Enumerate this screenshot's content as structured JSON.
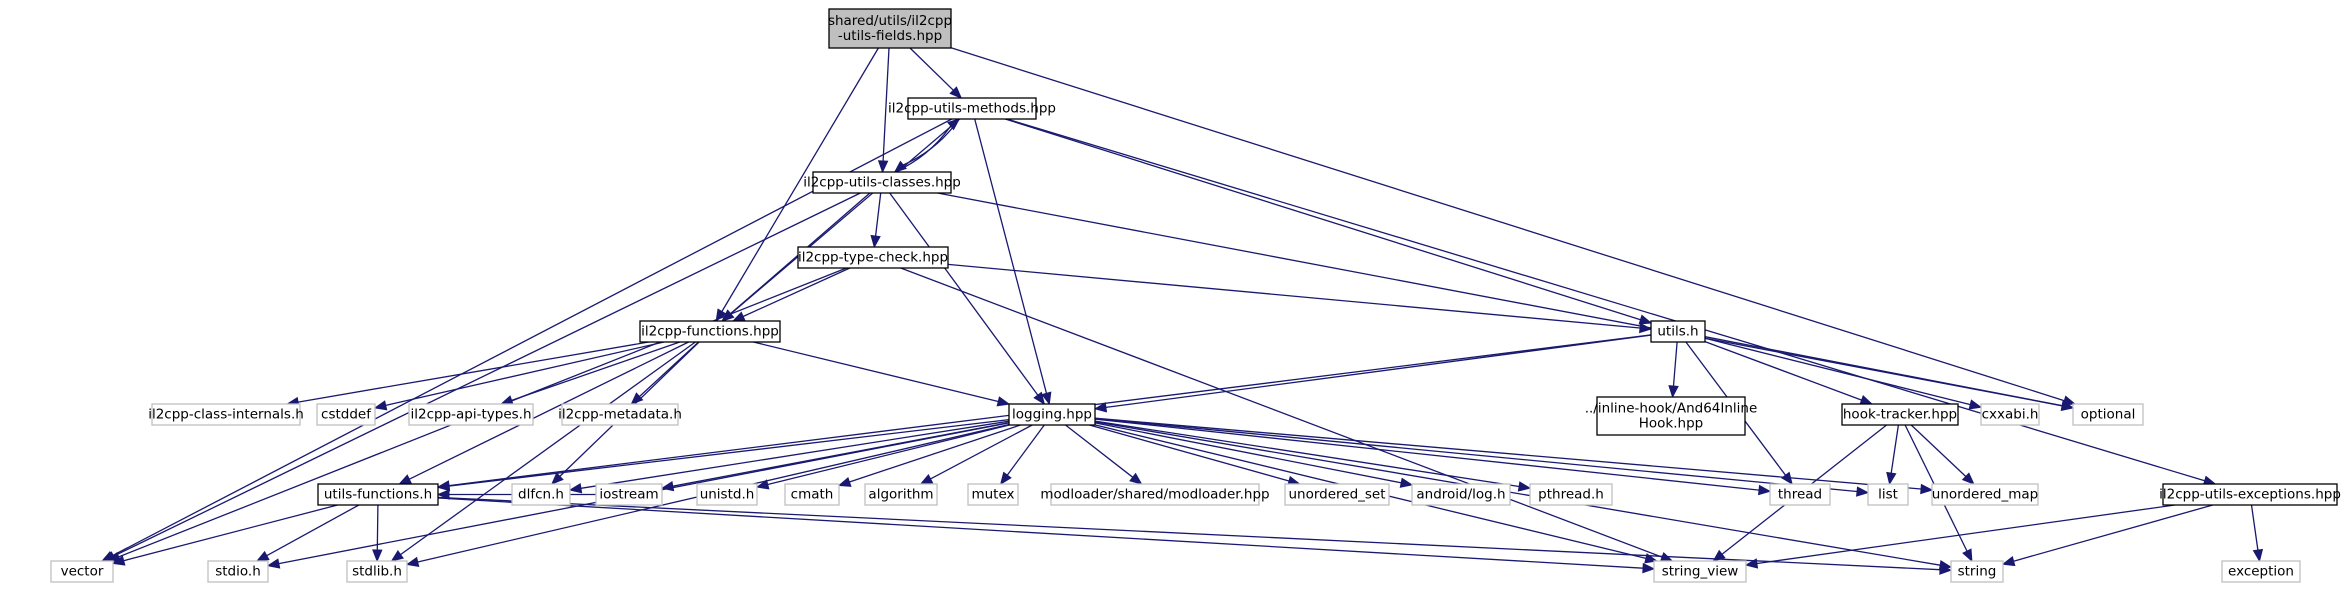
{
  "diagram": {
    "colors": {
      "edge": "#191970",
      "root_fill": "#bfbfbf",
      "node_border": "#000000",
      "external_border": "#bfbfbf"
    },
    "nodes": [
      {
        "id": "root",
        "kind": "root",
        "lines": [
          "shared/utils/il2cpp",
          "-utils-fields.hpp"
        ]
      },
      {
        "id": "methods",
        "kind": "int",
        "lines": [
          "il2cpp-utils-methods.hpp"
        ]
      },
      {
        "id": "classes",
        "kind": "int",
        "lines": [
          "il2cpp-utils-classes.hpp"
        ]
      },
      {
        "id": "typecheck",
        "kind": "int",
        "lines": [
          "il2cpp-type-check.hpp"
        ]
      },
      {
        "id": "functions",
        "kind": "int",
        "lines": [
          "il2cpp-functions.hpp"
        ]
      },
      {
        "id": "utilsh",
        "kind": "int",
        "lines": [
          "utils.h"
        ]
      },
      {
        "id": "logging",
        "kind": "int",
        "lines": [
          "logging.hpp"
        ]
      },
      {
        "id": "inlinehook",
        "kind": "int",
        "lines": [
          "../inline-hook/And64Inline",
          "Hook.hpp"
        ]
      },
      {
        "id": "hooktracker",
        "kind": "int",
        "lines": [
          "hook-tracker.hpp"
        ]
      },
      {
        "id": "utilsfunctions",
        "kind": "int",
        "lines": [
          "utils-functions.h"
        ]
      },
      {
        "id": "exceptions",
        "kind": "int",
        "lines": [
          "il2cpp-utils-exceptions.hpp"
        ]
      },
      {
        "id": "classinternals",
        "kind": "ext",
        "lines": [
          "il2cpp-class-internals.h"
        ]
      },
      {
        "id": "cstddef",
        "kind": "ext",
        "lines": [
          "cstddef"
        ]
      },
      {
        "id": "apitypes",
        "kind": "ext",
        "lines": [
          "il2cpp-api-types.h"
        ]
      },
      {
        "id": "metadata",
        "kind": "ext",
        "lines": [
          "il2cpp-metadata.h"
        ]
      },
      {
        "id": "cxxabi",
        "kind": "ext",
        "lines": [
          "cxxabi.h"
        ]
      },
      {
        "id": "optional",
        "kind": "ext",
        "lines": [
          "optional"
        ]
      },
      {
        "id": "dlfcn",
        "kind": "ext",
        "lines": [
          "dlfcn.h"
        ]
      },
      {
        "id": "iostream",
        "kind": "ext",
        "lines": [
          "iostream"
        ]
      },
      {
        "id": "unistd",
        "kind": "ext",
        "lines": [
          "unistd.h"
        ]
      },
      {
        "id": "cmath",
        "kind": "ext",
        "lines": [
          "cmath"
        ]
      },
      {
        "id": "algorithm",
        "kind": "ext",
        "lines": [
          "algorithm"
        ]
      },
      {
        "id": "mutex",
        "kind": "ext",
        "lines": [
          "mutex"
        ]
      },
      {
        "id": "modloader",
        "kind": "ext",
        "lines": [
          "modloader/shared/modloader.hpp"
        ]
      },
      {
        "id": "unorderedset",
        "kind": "ext",
        "lines": [
          "unordered_set"
        ]
      },
      {
        "id": "androidlog",
        "kind": "ext",
        "lines": [
          "android/log.h"
        ]
      },
      {
        "id": "pthread",
        "kind": "ext",
        "lines": [
          "pthread.h"
        ]
      },
      {
        "id": "thread",
        "kind": "ext",
        "lines": [
          "thread"
        ]
      },
      {
        "id": "list",
        "kind": "ext",
        "lines": [
          "list"
        ]
      },
      {
        "id": "unorderedmap",
        "kind": "ext",
        "lines": [
          "unordered_map"
        ]
      },
      {
        "id": "vector",
        "kind": "ext",
        "lines": [
          "vector"
        ]
      },
      {
        "id": "stdio",
        "kind": "ext",
        "lines": [
          "stdio.h"
        ]
      },
      {
        "id": "stdlib",
        "kind": "ext",
        "lines": [
          "stdlib.h"
        ]
      },
      {
        "id": "stringview",
        "kind": "ext",
        "lines": [
          "string_view"
        ]
      },
      {
        "id": "string",
        "kind": "ext",
        "lines": [
          "string"
        ]
      },
      {
        "id": "exception",
        "kind": "ext",
        "lines": [
          "exception"
        ]
      }
    ],
    "edges": [
      [
        "root",
        "methods"
      ],
      [
        "root",
        "classes"
      ],
      [
        "root",
        "functions"
      ],
      [
        "root",
        "optional"
      ],
      [
        "methods",
        "classes"
      ],
      [
        "methods",
        "functions"
      ],
      [
        "methods",
        "logging"
      ],
      [
        "methods",
        "utilsh"
      ],
      [
        "methods",
        "exceptions"
      ],
      [
        "methods",
        "vector"
      ],
      [
        "classes",
        "methods"
      ],
      [
        "classes",
        "typecheck"
      ],
      [
        "classes",
        "functions"
      ],
      [
        "classes",
        "logging"
      ],
      [
        "classes",
        "optional"
      ],
      [
        "classes",
        "vector"
      ],
      [
        "typecheck",
        "functions"
      ],
      [
        "typecheck",
        "utilsh"
      ],
      [
        "typecheck",
        "stringview"
      ],
      [
        "typecheck",
        "vector"
      ],
      [
        "functions",
        "classinternals"
      ],
      [
        "functions",
        "cstddef"
      ],
      [
        "functions",
        "apitypes"
      ],
      [
        "functions",
        "metadata"
      ],
      [
        "functions",
        "logging"
      ],
      [
        "functions",
        "utilsfunctions"
      ],
      [
        "functions",
        "dlfcn"
      ],
      [
        "functions",
        "stdlib"
      ],
      [
        "utilsh",
        "logging"
      ],
      [
        "utilsh",
        "inlinehook"
      ],
      [
        "utilsh",
        "hooktracker"
      ],
      [
        "utilsh",
        "cxxabi"
      ],
      [
        "utilsh",
        "optional"
      ],
      [
        "utilsh",
        "thread"
      ],
      [
        "utilsh",
        "utilsfunctions"
      ],
      [
        "logging",
        "utilsfunctions"
      ],
      [
        "logging",
        "dlfcn"
      ],
      [
        "logging",
        "iostream"
      ],
      [
        "logging",
        "unistd"
      ],
      [
        "logging",
        "cmath"
      ],
      [
        "logging",
        "algorithm"
      ],
      [
        "logging",
        "mutex"
      ],
      [
        "logging",
        "modloader"
      ],
      [
        "logging",
        "unorderedset"
      ],
      [
        "logging",
        "androidlog"
      ],
      [
        "logging",
        "pthread"
      ],
      [
        "logging",
        "thread"
      ],
      [
        "logging",
        "list"
      ],
      [
        "logging",
        "unorderedmap"
      ],
      [
        "logging",
        "stringview"
      ],
      [
        "logging",
        "string"
      ],
      [
        "logging",
        "stdio"
      ],
      [
        "logging",
        "stdlib"
      ],
      [
        "iostream",
        "utilsfunctions"
      ],
      [
        "hooktracker",
        "list"
      ],
      [
        "hooktracker",
        "unorderedmap"
      ],
      [
        "hooktracker",
        "stringview"
      ],
      [
        "hooktracker",
        "string"
      ],
      [
        "utilsfunctions",
        "vector"
      ],
      [
        "utilsfunctions",
        "stdio"
      ],
      [
        "utilsfunctions",
        "stdlib"
      ],
      [
        "utilsfunctions",
        "stringview"
      ],
      [
        "utilsfunctions",
        "string"
      ],
      [
        "exceptions",
        "exception"
      ],
      [
        "exceptions",
        "stringview"
      ],
      [
        "exceptions",
        "string"
      ]
    ]
  }
}
